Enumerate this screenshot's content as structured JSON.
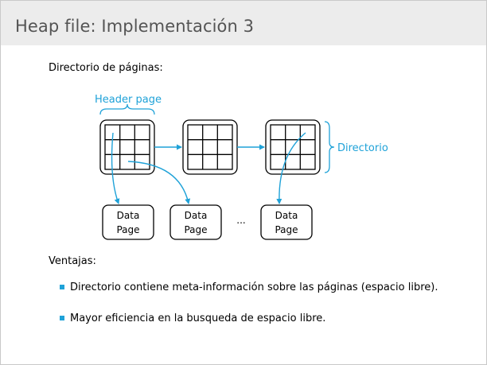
{
  "slide": {
    "title": "Heap file: Implementación 3",
    "subtitle": "Directorio de páginas:",
    "ventajas_heading": "Ventajas:",
    "bullets": [
      "Directorio contiene meta-información sobre las páginas (espacio libre).",
      "Mayor eficiencia en la busqueda de espacio libre."
    ]
  },
  "diagram": {
    "header_label": "Header page",
    "directory_label": "Directorio",
    "data_page_line1": "Data",
    "data_page_line2": "Page",
    "ellipsis": "...",
    "accent_color": "#1fa2d8"
  }
}
